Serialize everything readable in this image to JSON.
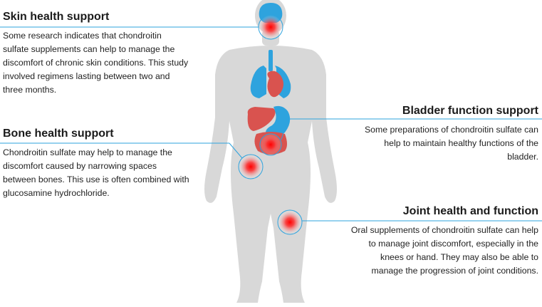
{
  "sections": {
    "skin": {
      "title": "Skin health support",
      "body": "Some research indicates that chondroitin sulfate supplements can help to manage the discomfort of chronic skin conditions. This study involved regimens lasting between two and three months."
    },
    "bone": {
      "title": "Bone health support",
      "body": "Chondroitin sulfate may help to manage the discomfort caused by narrowing spaces between bones. This use is often combined with glucosamine hydrochloride."
    },
    "bladder": {
      "title": "Bladder function support",
      "body": "Some preparations of chondroitin sulfate can help to maintain healthy functions of the bladder."
    },
    "joint": {
      "title": "Joint health and function",
      "body": "Oral supplements of chondroitin sulfate can help to manage joint discomfort, especially in the knees or hand. They may also be able to manage the progression of joint conditions."
    }
  },
  "colors": {
    "body": "#d7d7d7",
    "organs_blue": "#2ea3de",
    "organs_red": "#d9534f",
    "hotspot": "#ff1a1a",
    "connector": "#2ea3de"
  }
}
